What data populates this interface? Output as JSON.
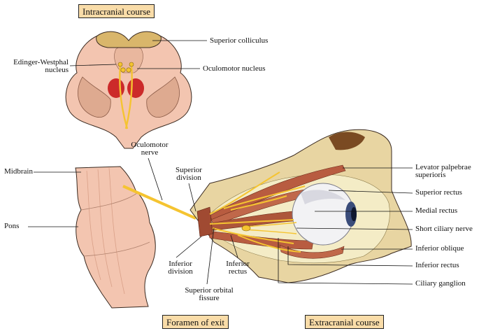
{
  "headers": {
    "intracranial": "Intracranial course",
    "foramen": "Foramen of exit",
    "extracranial": "Extracranial course"
  },
  "labels": {
    "edinger_westphal": "Edinger-Westphal\nnucleus",
    "superior_colliculus": "Superior colliculus",
    "oculomotor_nucleus": "Oculomotor nucleus",
    "oculomotor_nerve": "Oculomotor\nnerve",
    "midbrain": "Midbrain",
    "pons": "Pons",
    "superior_division": "Superior\ndivision",
    "inferior_division": "Inferior\ndivision",
    "inferior_rectus_short": "Inferior\nrectus",
    "superior_orbital_fissure": "Superior orbital\nfissure",
    "levator": "Levator palpebrae\nsuperioris",
    "superior_rectus": "Superior rectus",
    "medial_rectus": "Medial rectus",
    "short_ciliary_nerve": "Short ciliary nerve",
    "inferior_oblique": "Inferior oblique",
    "inferior_rectus": "Inferior rectus",
    "ciliary_ganglion": "Ciliary ganglion"
  },
  "colors": {
    "nerve": "#f5c431",
    "nucleus_red": "#cc2a2a",
    "brainstem": "#f3c5b0",
    "colliculus": "#d9b66b",
    "muscle": "#b85c40",
    "bone": "#e8d5a2",
    "orbit_fat": "#f4ecc6",
    "box_fill": "#f9dca8"
  }
}
